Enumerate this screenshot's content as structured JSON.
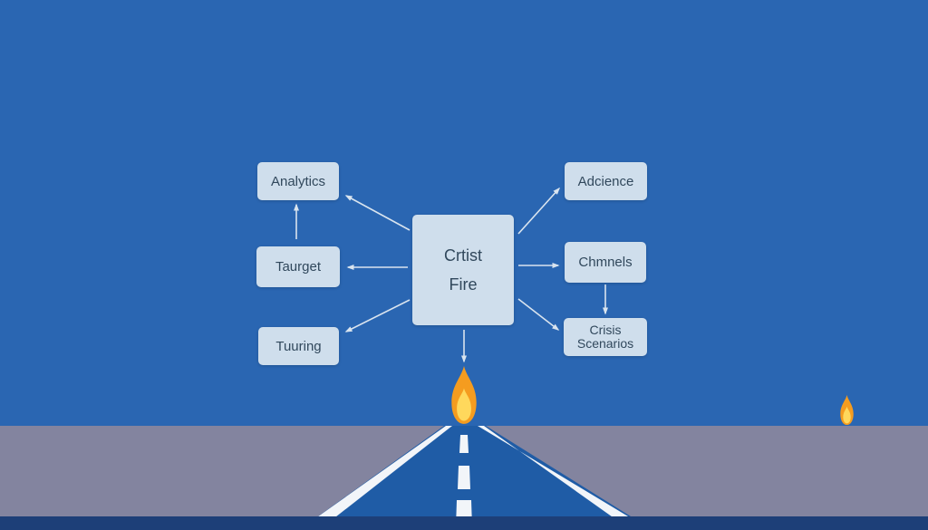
{
  "palette": {
    "sky": "#2a66b2",
    "roadside": "#83849f",
    "road": "#1f5ca6",
    "stripe": "#f2f5f9",
    "bottom_strip": "#1d3f78",
    "box_fill": "#cfdeec",
    "box_text": "#31485c",
    "arrow": "#d9e4ef",
    "flame_outer": "#f59c1f",
    "flame_inner": "#ffd85c"
  },
  "diagram": {
    "center": {
      "line1": "Crtist",
      "line2": "Fire"
    },
    "left_nodes": [
      {
        "label": "Analytics"
      },
      {
        "label": "Taurget"
      },
      {
        "label": "Tuuring"
      }
    ],
    "right_nodes": [
      {
        "label": "Adcience"
      },
      {
        "label": "Chmnels"
      },
      {
        "label": "Crisis",
        "label2": "Scenarios"
      }
    ]
  }
}
